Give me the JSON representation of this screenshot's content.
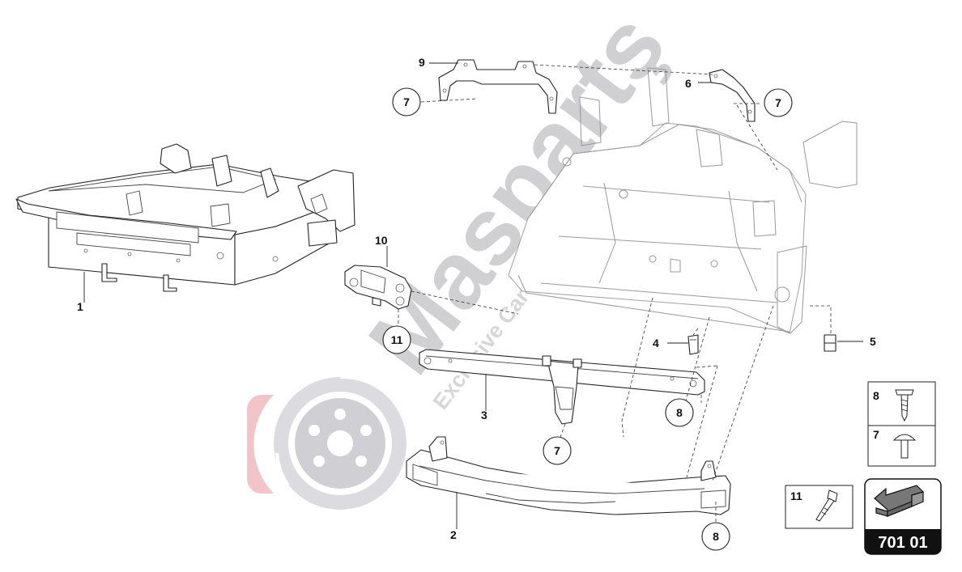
{
  "diagram": {
    "callouts": [
      "1",
      "2",
      "3",
      "4",
      "5",
      "6",
      "9",
      "10"
    ],
    "circled": [
      "7",
      "7",
      "7",
      "8",
      "8",
      "11"
    ]
  },
  "legend": {
    "items": [
      {
        "number": "8",
        "icon": "screw-icon"
      },
      {
        "number": "7",
        "icon": "rivet-icon"
      },
      {
        "number": "11",
        "icon": "bolt-icon"
      }
    ]
  },
  "page_code": "701 01",
  "watermark": {
    "brand": "Maspartş",
    "tagline": "Exclusive Car Parts Specialist"
  },
  "colors": {
    "line": "#222222",
    "watermark_gray": "#c8c8cc",
    "watermark_red": "#f2c4c8",
    "badge_dark": "#111111",
    "arrow_gray": "#777777"
  }
}
